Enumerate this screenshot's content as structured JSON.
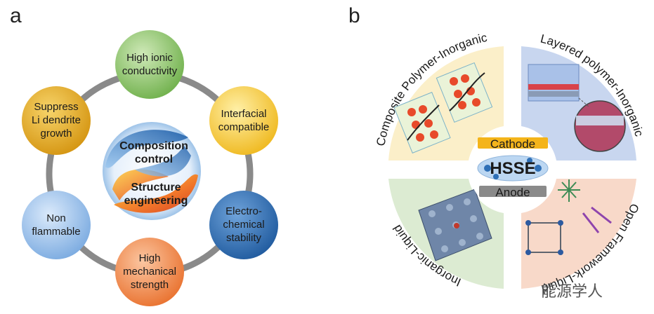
{
  "panel_a": {
    "label": "a",
    "nodes": [
      {
        "key": "ionic",
        "lines": [
          "High ionic",
          "conductivity"
        ]
      },
      {
        "key": "interfacial",
        "lines": [
          "Interfacial",
          "compatible"
        ]
      },
      {
        "key": "electro",
        "lines": [
          "Electro-",
          "chemical",
          "stability"
        ]
      },
      {
        "key": "mechanical",
        "lines": [
          "High",
          "mechanical",
          "strength"
        ]
      },
      {
        "key": "flammable",
        "lines": [
          "Non",
          "flammable"
        ]
      },
      {
        "key": "dendrite",
        "lines": [
          "Suppress",
          "Li dendrite",
          "growth"
        ]
      }
    ],
    "center": {
      "line1": "Composition",
      "line2": "control",
      "line3": "Structure",
      "line4": "engineering"
    },
    "colors": {
      "ionic": "#8cc66a",
      "interfacial": "#f6c93a",
      "electro": "#2e6fb6",
      "mechanical": "#f08a4b",
      "flammable": "#8fb9e6",
      "dendrite": "#e3a81b",
      "ring": "#8a8a8a"
    }
  },
  "panel_b": {
    "label": "b",
    "quadrants": [
      {
        "key": "composite",
        "title": "Composite Polymer-Inorganic",
        "color": "#fbefc9"
      },
      {
        "key": "layered",
        "title": "Layered polymer-Inorganic",
        "color": "#c8d6ef"
      },
      {
        "key": "liquid",
        "title": "Inorganic-Liquid",
        "color": "#dcebd2"
      },
      {
        "key": "framework",
        "title": "Open Framework-Liquid",
        "color": "#f8d9c9"
      }
    ],
    "center": {
      "cathode": "Cathode",
      "hsse": "HSSE",
      "anode": "Anode"
    }
  },
  "watermark": "能源学人"
}
